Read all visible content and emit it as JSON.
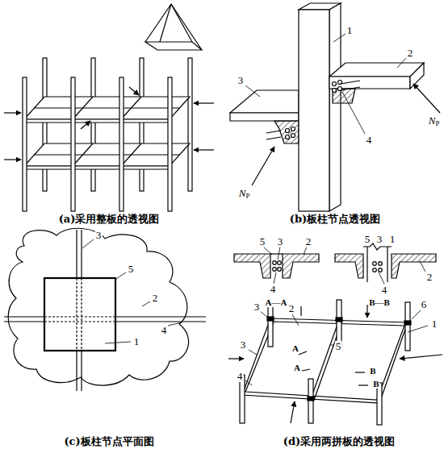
{
  "diagram": {
    "labels": [
      "(a)采用整板的透视图",
      "1",
      "2",
      "3",
      "4",
      "N",
      "P",
      "N",
      "P",
      "(b)板柱节点透视图",
      "3",
      "5",
      "2",
      "4",
      "1",
      "(c)板柱节点平面图",
      "5",
      "3",
      "2",
      "4",
      "A—A",
      "5",
      "3",
      "1",
      "2",
      "4",
      "B—B",
      "3",
      "2",
      "6",
      "1",
      "5",
      "3",
      "4",
      "A",
      "A",
      "B",
      "B",
      "(d)采用两拼板的透视图"
    ]
  }
}
